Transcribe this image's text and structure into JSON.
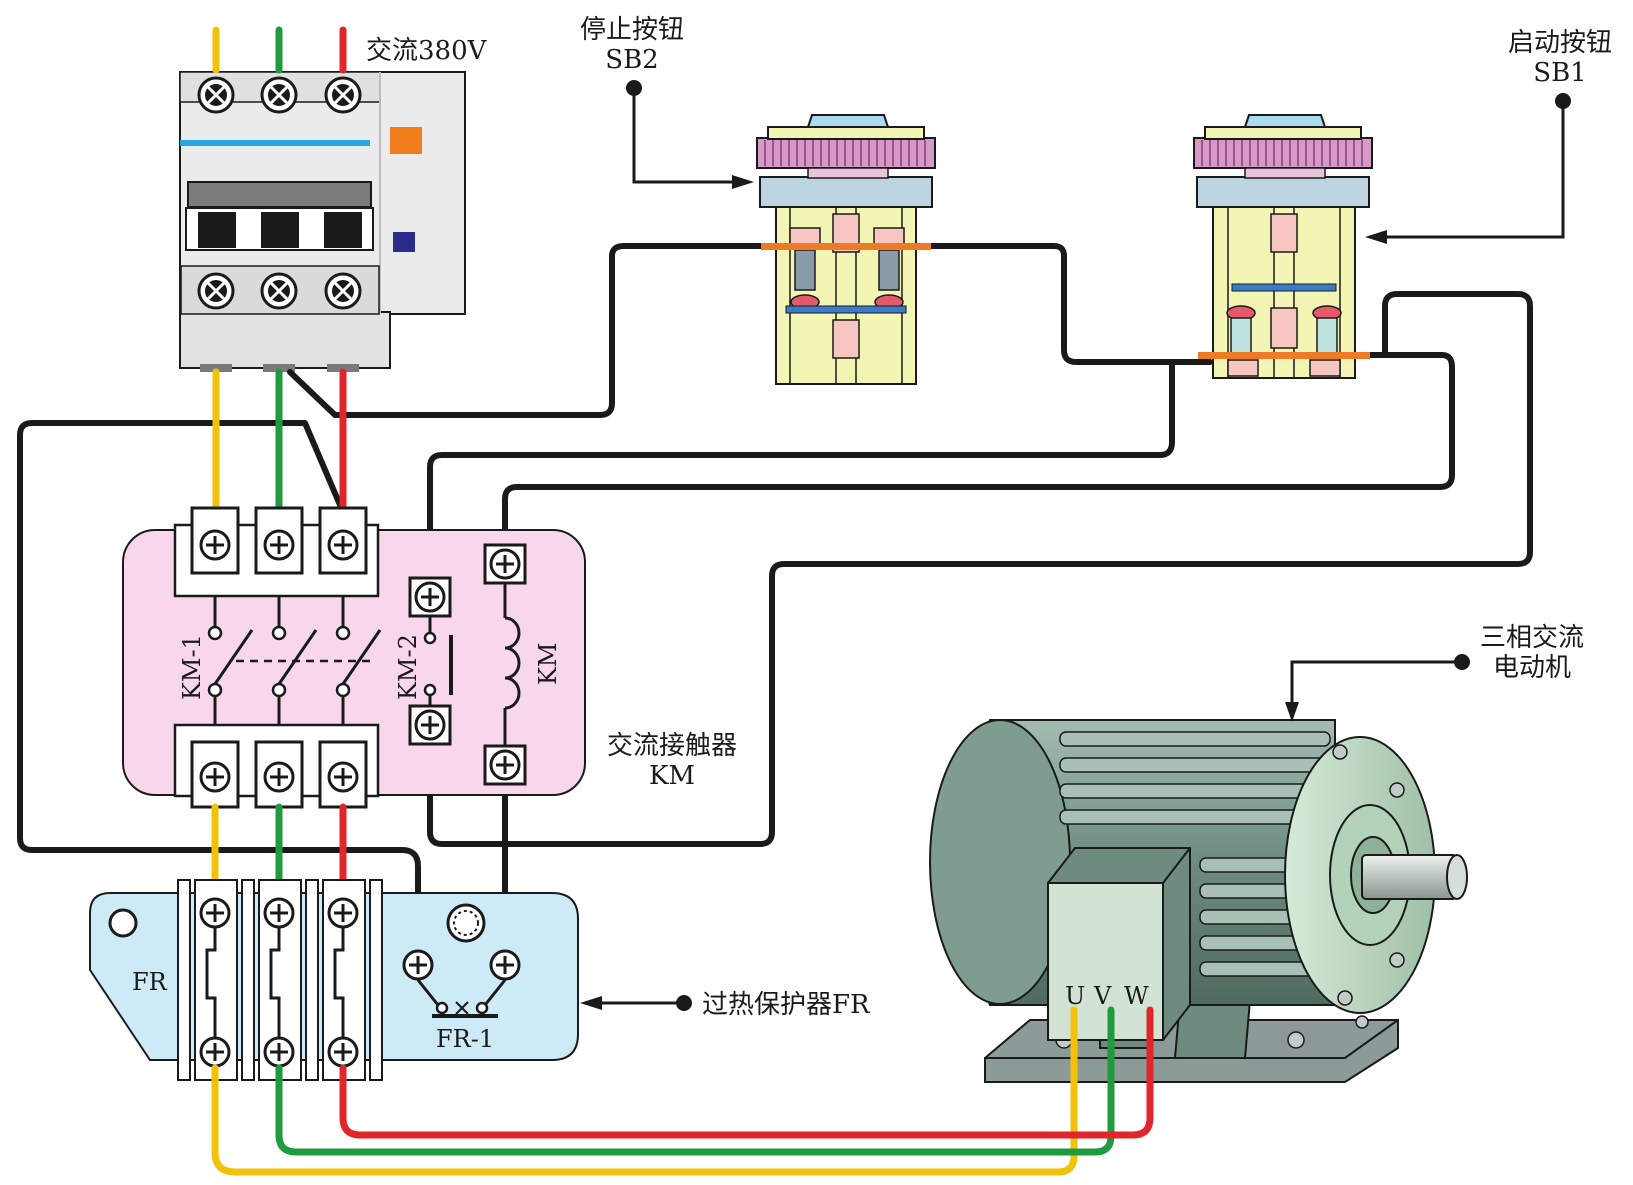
{
  "labels": {
    "supply": "交流380V",
    "stop_button_line1": "停止按钮",
    "stop_button_line2": "SB2",
    "start_button_line1": "启动按钮",
    "start_button_line2": "SB1",
    "motor_line1": "三相交流",
    "motor_line2": "电动机",
    "contactor_line1": "交流接触器",
    "contactor_line2": "KM",
    "overload": "过热保护器FR",
    "fr": "FR",
    "fr1": "FR-1",
    "km1": "KM-1",
    "km2": "KM-2",
    "km_coil": "KM",
    "terminal_u": "U",
    "terminal_v": "V",
    "terminal_w": "W"
  },
  "colors": {
    "phase_l1": "#f2c20a",
    "phase_l2": "#1f9a3e",
    "phase_l3": "#e1262b",
    "control_wire": "#1a1a1a",
    "contactor_body": "#f8d7ec",
    "relay_body": "#cdeaf7",
    "button_body": "#f3f5b5",
    "motor_body": "#7f9d8f"
  },
  "icons": [
    "screw-terminal-icon",
    "push-button-icon",
    "breaker-icon",
    "motor-icon"
  ]
}
